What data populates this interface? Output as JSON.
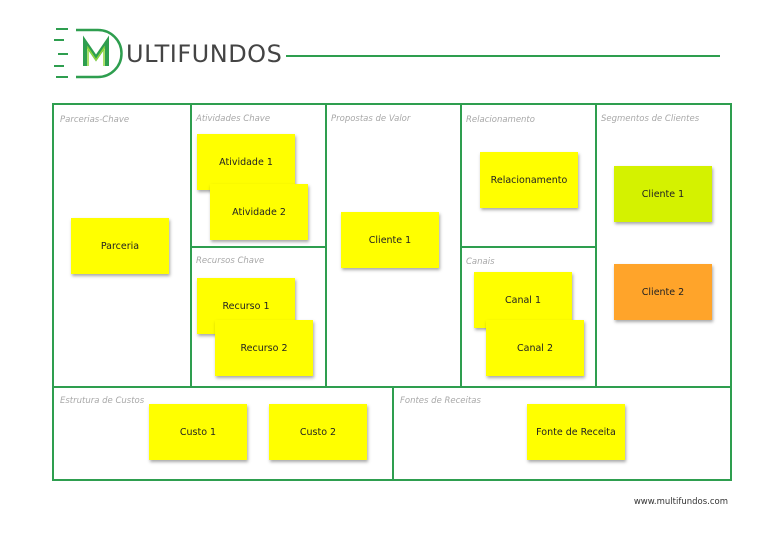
{
  "logo": {
    "text": "ULTIFUNDOS",
    "mark_letter": "M"
  },
  "colors": {
    "border": "#2e9e4f",
    "note_yellow": "#ffff00",
    "note_lime": "#d4f200",
    "note_orange": "#ffa42a",
    "label_gray": "#a8a8a8"
  },
  "sections": {
    "parcerias": "Parcerias-Chave",
    "atividades": "Atividades Chave",
    "recursos": "Recursos Chave",
    "propostas": "Propostas de Valor",
    "relacionamento": "Relacionamento",
    "canais": "Canais",
    "segmentos": "Segmentos de Clientes",
    "custos": "Estrutura de Custos",
    "receitas": "Fontes de Receitas"
  },
  "notes": {
    "parceria": "Parceria",
    "atividade1": "Atividade  1",
    "atividade2": "Atividade 2",
    "recurso1": "Recurso 1",
    "recurso2": "Recurso 2",
    "cliente_proposta": "Cliente 1",
    "relacionamento": "Relacionamento",
    "canal1": "Canal 1",
    "canal2": "Canal 2",
    "cliente1": "Cliente 1",
    "cliente2": "Cliente 2",
    "custo1": "Custo 1",
    "custo2": "Custo 2",
    "fonte_receita": "Fonte de Receita"
  },
  "footer": {
    "url": "www.multifundos.com"
  }
}
